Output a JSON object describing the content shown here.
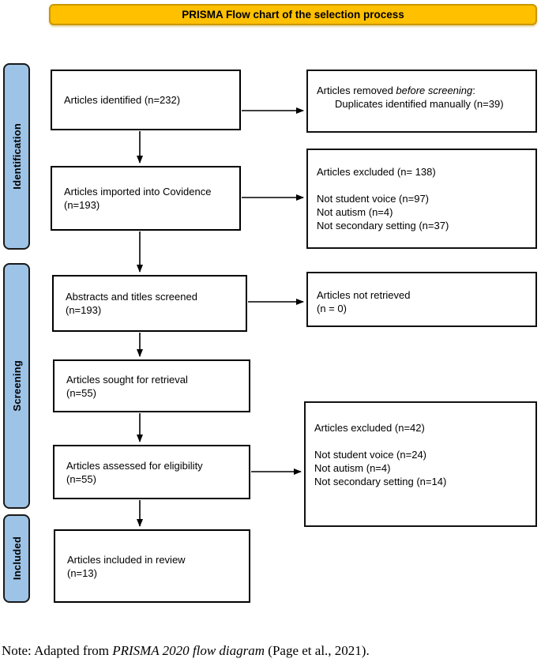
{
  "banner": {
    "label": "PRISMA Flow chart of the selection process",
    "fill_color": "#FFC000",
    "border_color": "#C99700"
  },
  "side_labels": {
    "fill_color": "#9DC3E6",
    "items": [
      {
        "label": "Identification"
      },
      {
        "label": "Screening"
      },
      {
        "label": "Included"
      }
    ]
  },
  "flow_boxes": [
    {
      "lines": [
        "Articles identified (n=232)"
      ]
    },
    {
      "lines": [
        "Articles imported into Covidence",
        "(n=193)"
      ]
    },
    {
      "lines": [
        "Abstracts and titles screened",
        "(n=193)"
      ]
    },
    {
      "lines": [
        "Articles sought for retrieval",
        "(n=55)"
      ]
    },
    {
      "lines": [
        "Articles assessed for eligibility",
        "(n=55)"
      ]
    },
    {
      "lines": [
        "Articles included in review",
        "(n=13)"
      ]
    }
  ],
  "exclusion_boxes": {
    "removed_before_screening": {
      "line1_prefix": "Articles removed ",
      "line1_italic": "before screening",
      "line1_suffix": ":",
      "line2": "Duplicates identified manually (n=39)"
    },
    "excluded_screening": {
      "header": "Articles excluded (n= 138)",
      "items": [
        "Not student voice (n=97)",
        "Not autism (n=4)",
        "Not secondary setting (n=37)"
      ]
    },
    "not_retrieved": {
      "lines": [
        "Articles not retrieved",
        "(n = 0)"
      ]
    },
    "excluded_eligibility": {
      "header": "Articles excluded (n=42)",
      "items": [
        "Not student voice (n=24)",
        "Not autism (n=4)",
        "Not secondary setting (n=14)"
      ]
    }
  },
  "note": {
    "prefix": "Note: Adapted from ",
    "italic": "PRISMA 2020 flow diagram",
    "suffix": " (Page et al., 2021)."
  }
}
